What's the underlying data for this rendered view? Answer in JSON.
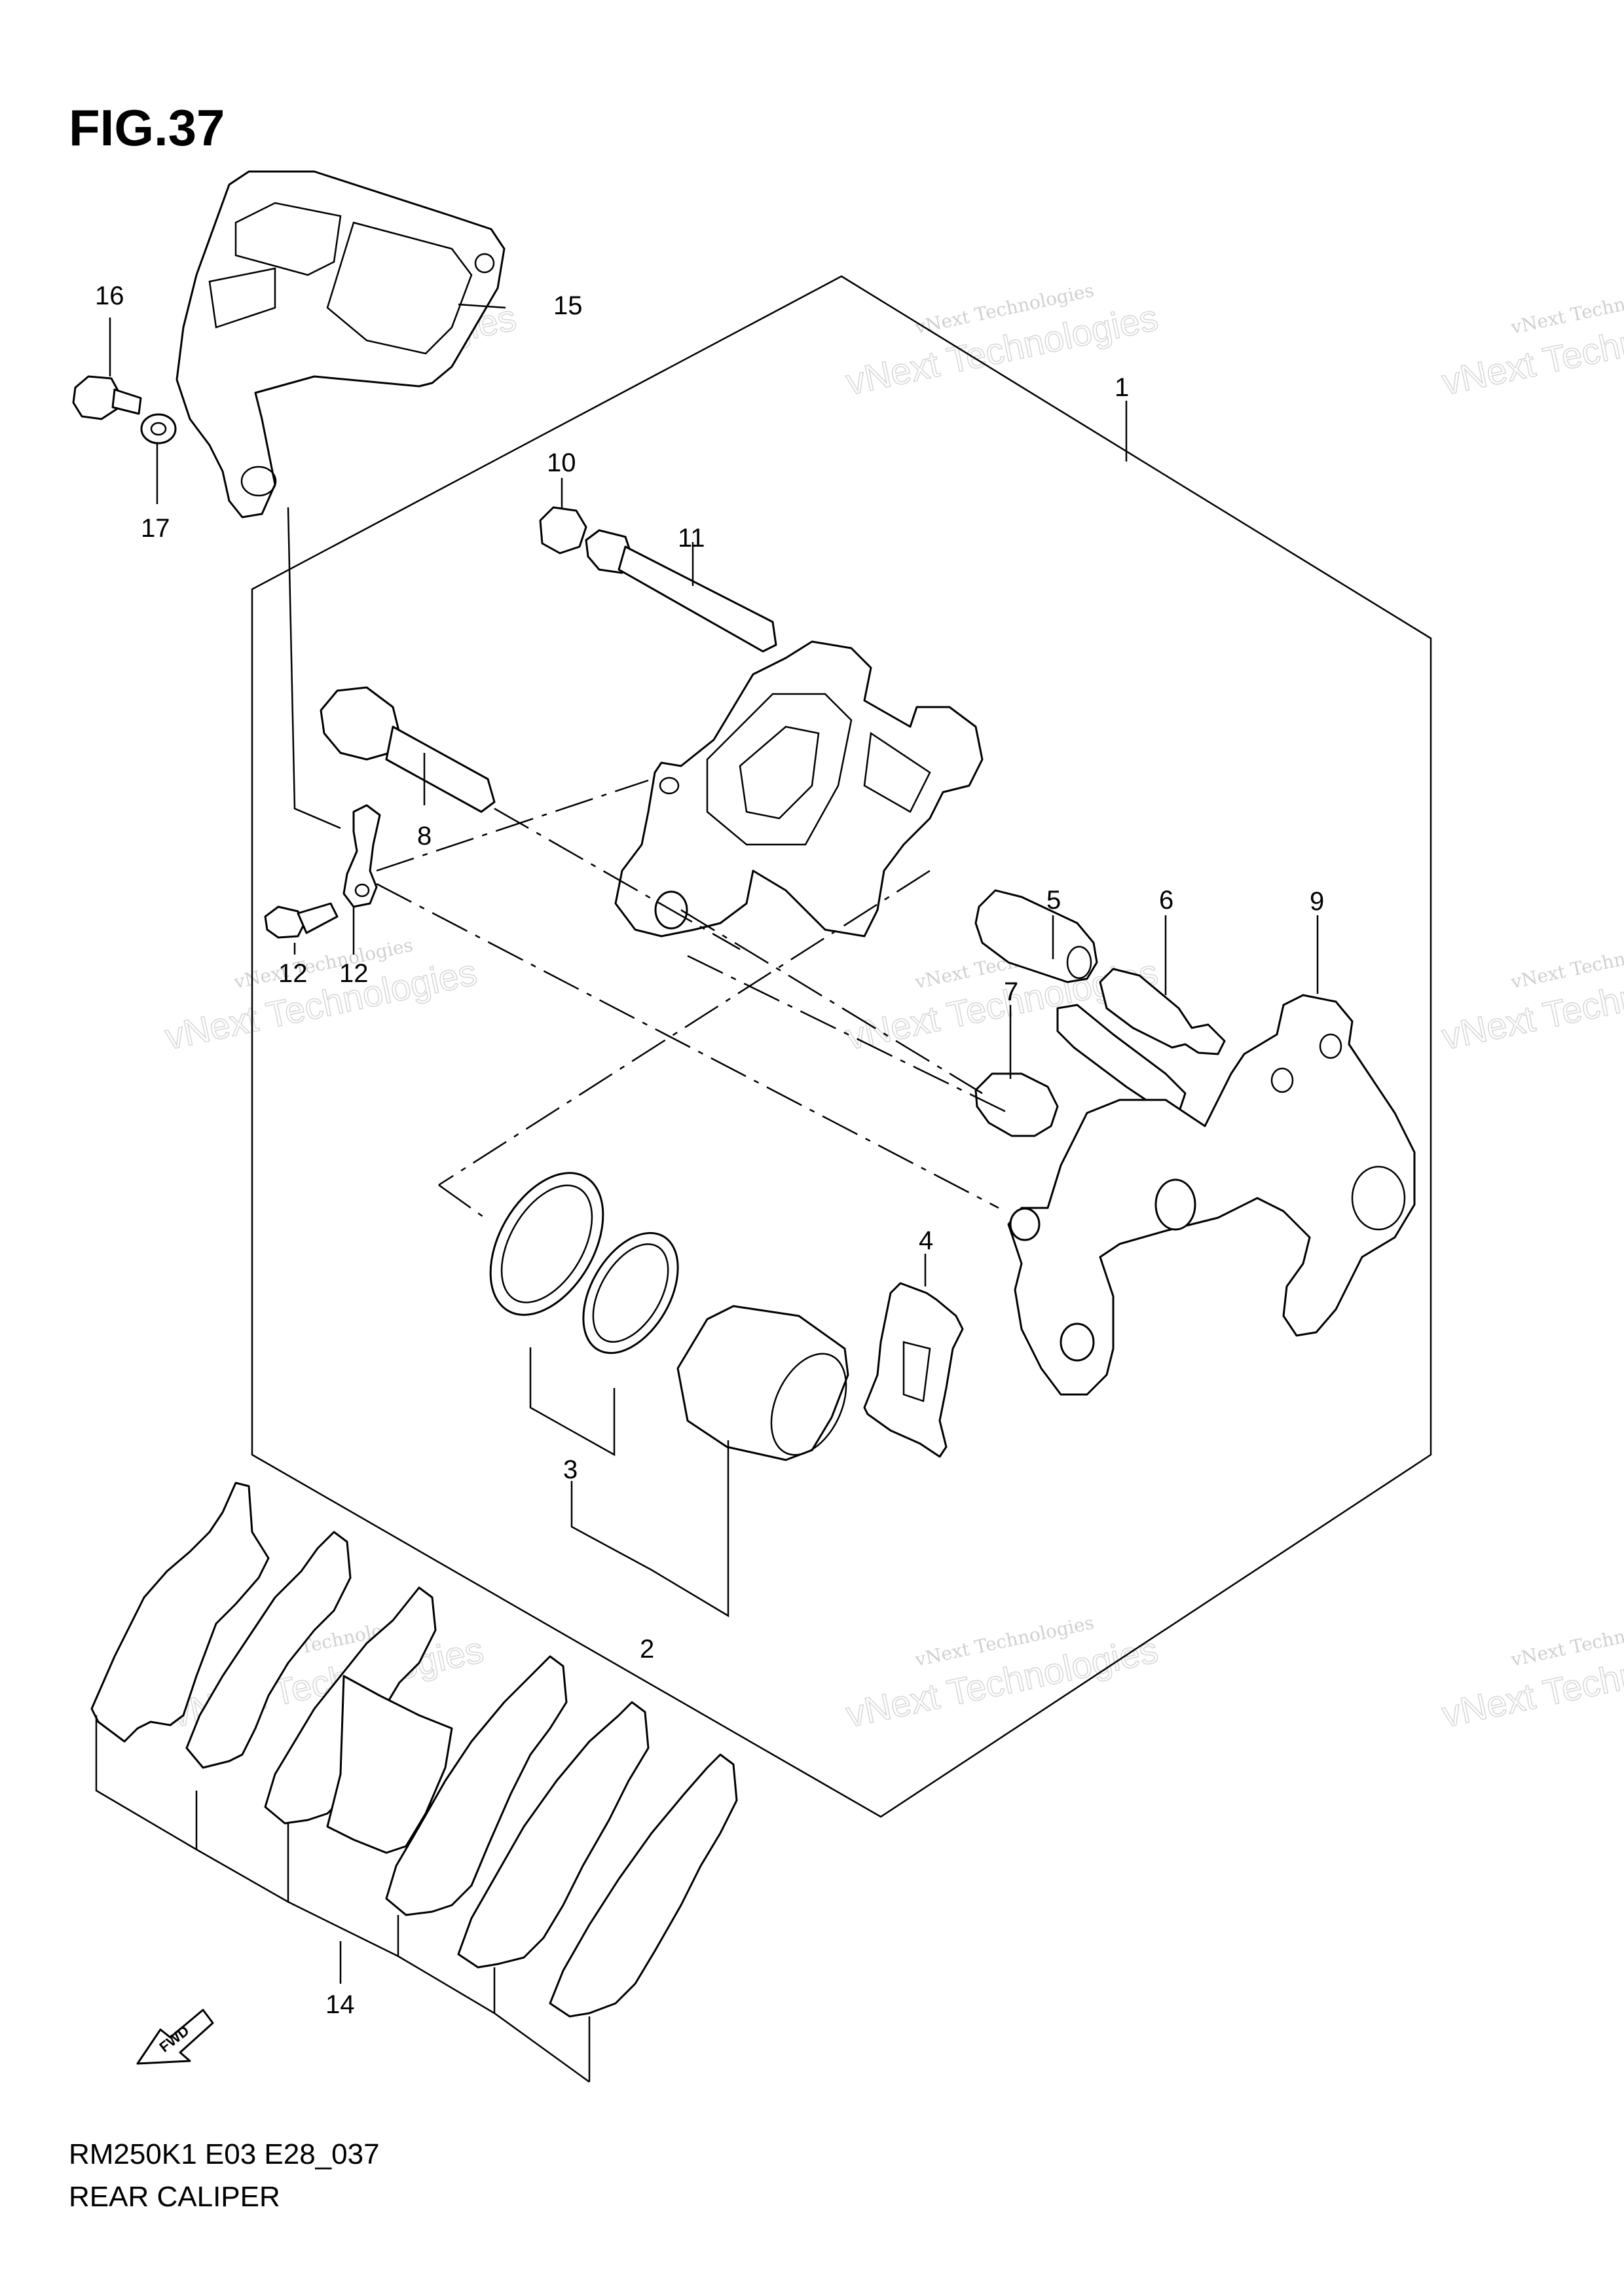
{
  "figure": {
    "title": "FIG.37"
  },
  "footer": {
    "code": "RM250K1 E03 E28_037",
    "name": "REAR CALIPER"
  },
  "fwd_marker": {
    "label": "FWD"
  },
  "watermark": {
    "line1": "vNext Technologies",
    "line2": "vNext Technologies"
  },
  "callouts": [
    {
      "id": "1",
      "label": "1"
    },
    {
      "id": "2",
      "label": "2"
    },
    {
      "id": "3",
      "label": "3"
    },
    {
      "id": "4",
      "label": "4"
    },
    {
      "id": "5",
      "label": "5"
    },
    {
      "id": "6",
      "label": "6"
    },
    {
      "id": "7",
      "label": "7"
    },
    {
      "id": "8",
      "label": "8"
    },
    {
      "id": "9",
      "label": "9"
    },
    {
      "id": "10",
      "label": "10"
    },
    {
      "id": "11",
      "label": "11"
    },
    {
      "id": "12a",
      "label": "12"
    },
    {
      "id": "12b",
      "label": "12"
    },
    {
      "id": "14",
      "label": "14"
    },
    {
      "id": "15",
      "label": "15"
    },
    {
      "id": "16",
      "label": "16"
    },
    {
      "id": "17",
      "label": "17"
    }
  ]
}
